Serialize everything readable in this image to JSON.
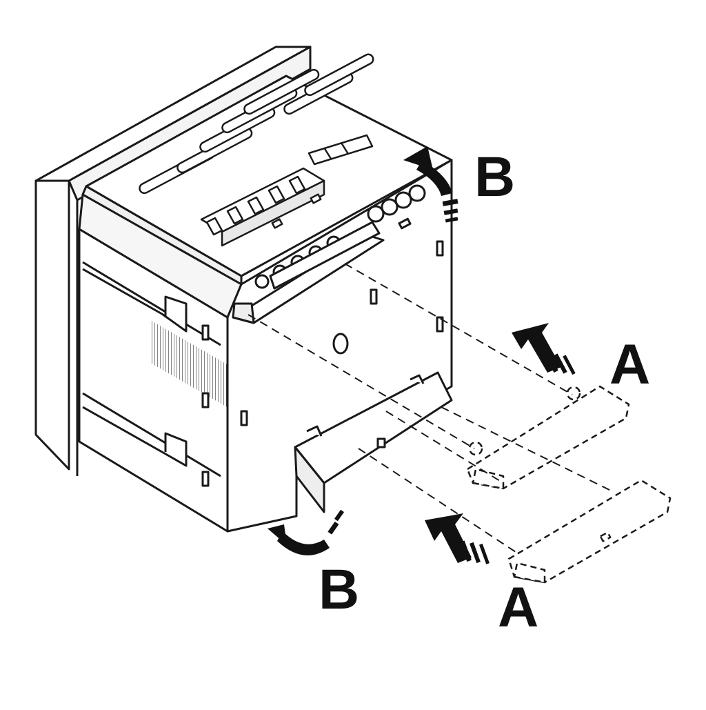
{
  "diagram": {
    "labels": {
      "b_top": "B",
      "a_right": "A",
      "b_bottom": "B",
      "a_bottom": "A"
    },
    "colors": {
      "line": "#1a1a1a",
      "fill": "#ffffff",
      "arrow": "#111111",
      "shade": "#cfcfcf"
    }
  }
}
